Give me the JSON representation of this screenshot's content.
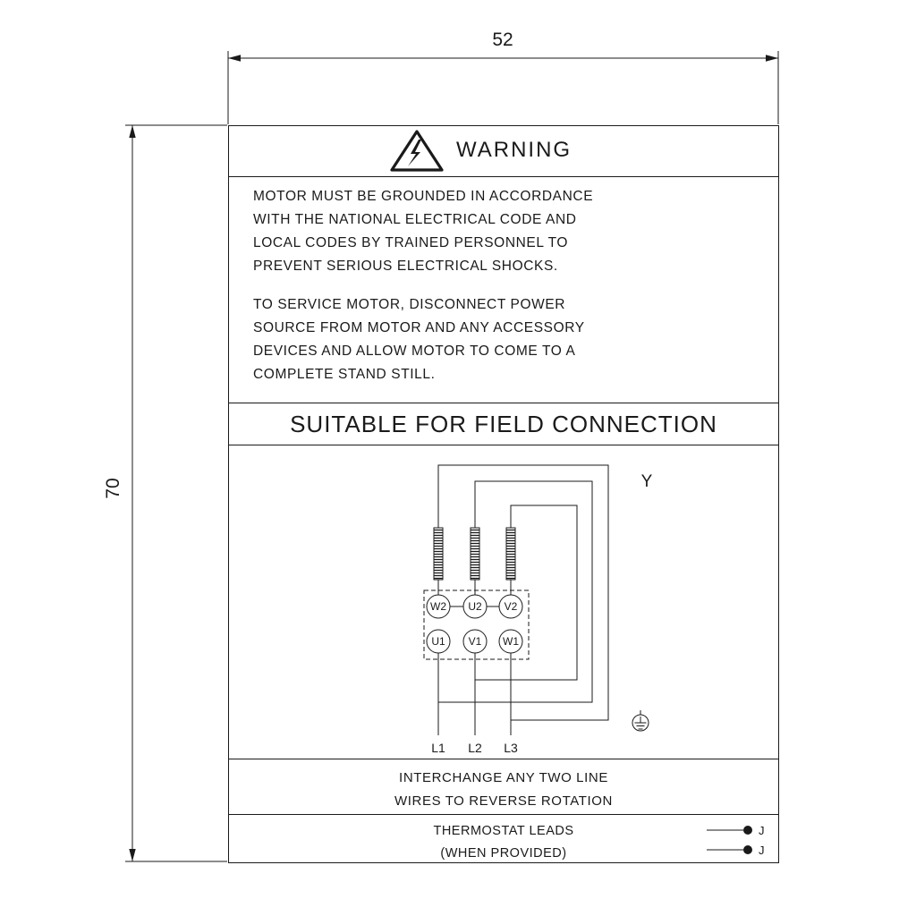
{
  "colors": {
    "ink": "#1a1a1a",
    "background": "#ffffff"
  },
  "dimensions": {
    "width": "52",
    "height": "70"
  },
  "warning": {
    "title": "WARNING",
    "paragraph1": [
      "MOTOR MUST BE GROUNDED IN ACCORDANCE",
      "WITH THE NATIONAL ELECTRICAL CODE AND",
      "LOCAL CODES BY TRAINED PERSONNEL TO",
      "PREVENT SERIOUS ELECTRICAL SHOCKS."
    ],
    "paragraph2": [
      "TO SERVICE MOTOR, DISCONNECT POWER",
      "SOURCE FROM MOTOR AND ANY ACCESSORY",
      "DEVICES AND ALLOW MOTOR TO COME TO A",
      "COMPLETE STAND STILL."
    ]
  },
  "field_connection": {
    "title": "SUITABLE FOR FIELD CONNECTION"
  },
  "diagram": {
    "connection_label": "Y",
    "terminals_top": [
      "W2",
      "U2",
      "V2"
    ],
    "terminals_bottom": [
      "U1",
      "V1",
      "W1"
    ],
    "line_labels": [
      "L1",
      "L2",
      "L3"
    ]
  },
  "rotation_note": {
    "line1": "INTERCHANGE ANY TWO LINE",
    "line2": "WIRES TO REVERSE ROTATION"
  },
  "thermostat": {
    "line1": "THERMOSTAT LEADS",
    "line2": "(WHEN PROVIDED)",
    "lead_labels": [
      "J",
      "J"
    ]
  }
}
